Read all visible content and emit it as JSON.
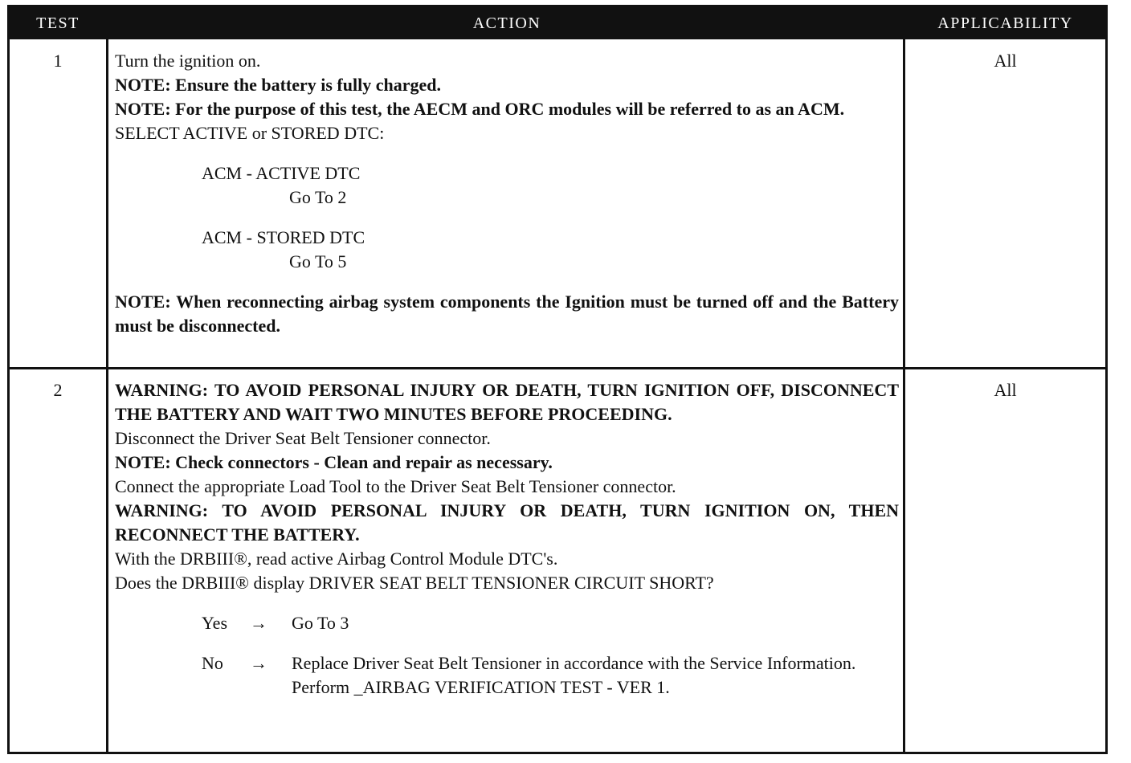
{
  "header": {
    "test": "TEST",
    "action": "ACTION",
    "applicability": "APPLICABILITY"
  },
  "rows": [
    {
      "test": "1",
      "applicability": "All",
      "lines": {
        "l1": "Turn the ignition on.",
        "l2": "NOTE: Ensure the battery is fully charged.",
        "l3": "NOTE: For the purpose of this test, the AECM and ORC modules will be referred to as an ACM.",
        "l4": "SELECT ACTIVE or STORED DTC:",
        "opt1": "ACM - ACTIVE DTC",
        "goto1": "Go To   2",
        "opt2": "ACM - STORED DTC",
        "goto2": "Go To   5",
        "l5": "NOTE: When reconnecting airbag system components the Ignition must be turned off and the Battery must be disconnected."
      }
    },
    {
      "test": "2",
      "applicability": "All",
      "lines": {
        "l1": "WARNING: TO AVOID PERSONAL INJURY OR DEATH, TURN IGNITION OFF, DISCONNECT THE BATTERY AND WAIT TWO MINUTES BEFORE PROCEEDING.",
        "l2": "Disconnect the Driver Seat Belt Tensioner connector.",
        "l3": "NOTE: Check connectors - Clean and repair as necessary.",
        "l4": "Connect the appropriate Load Tool to the Driver Seat Belt Tensioner connector.",
        "l5": "WARNING: TO AVOID PERSONAL INJURY OR DEATH, TURN IGNITION ON, THEN RECONNECT THE BATTERY.",
        "l6": "With the DRBIII®, read active Airbag Control Module DTC's.",
        "l7": "Does the DRBIII® display DRIVER SEAT BELT TENSIONER CIRCUIT SHORT?",
        "yes_label": "Yes",
        "yes_text": "Go To   3",
        "no_label": "No",
        "no_text": "Replace Driver Seat Belt Tensioner in accordance with the Service Information.",
        "no_text2": "Perform _AIRBAG VERIFICATION TEST - VER 1.",
        "arrow": "→"
      }
    }
  ]
}
